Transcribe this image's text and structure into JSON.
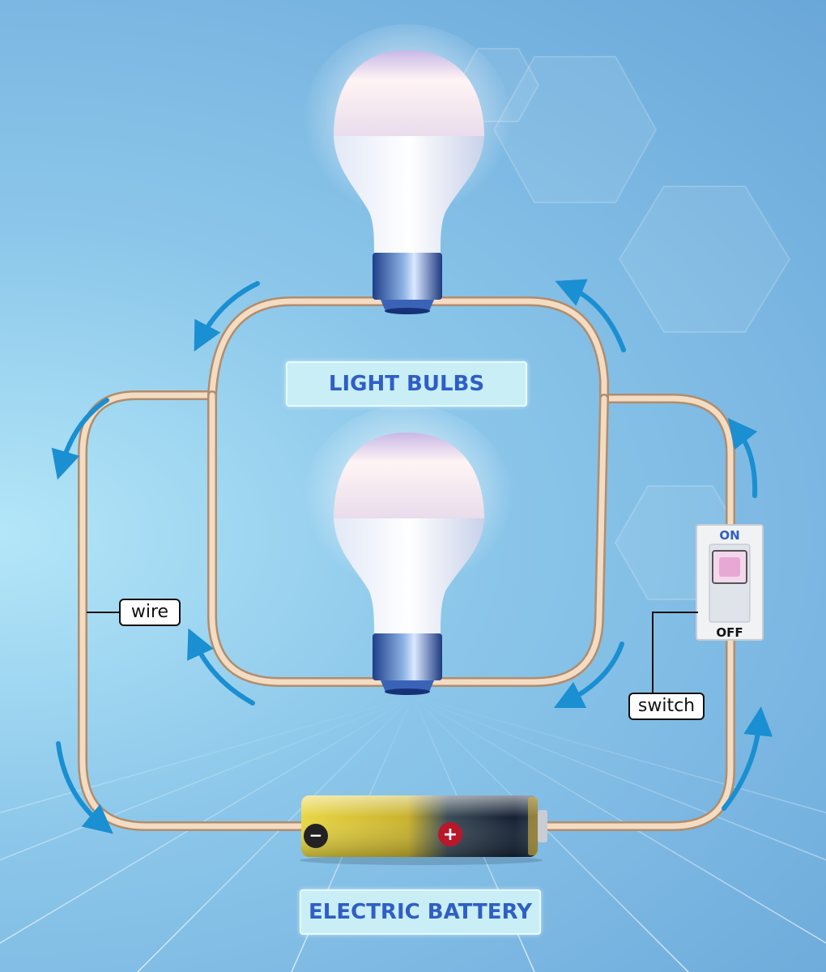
{
  "diagram": {
    "title_top": "LIGHT BULBS",
    "title_bottom": "ELECTRIC BATTERY",
    "callouts": {
      "wire": "wire",
      "switch": "switch"
    },
    "switch_states": {
      "on": "ON",
      "off": "OFF",
      "current": "ON"
    },
    "battery_terminals": {
      "negative": "−",
      "positive": "+"
    },
    "colors": {
      "wire": "#e3c2a0",
      "arrow": "#1a8fd1",
      "battery_gold": "#d8c236",
      "battery_dark": "#1e2c3d",
      "label_text": "#2f5fc4",
      "label_bg": "#c9eef6"
    }
  }
}
